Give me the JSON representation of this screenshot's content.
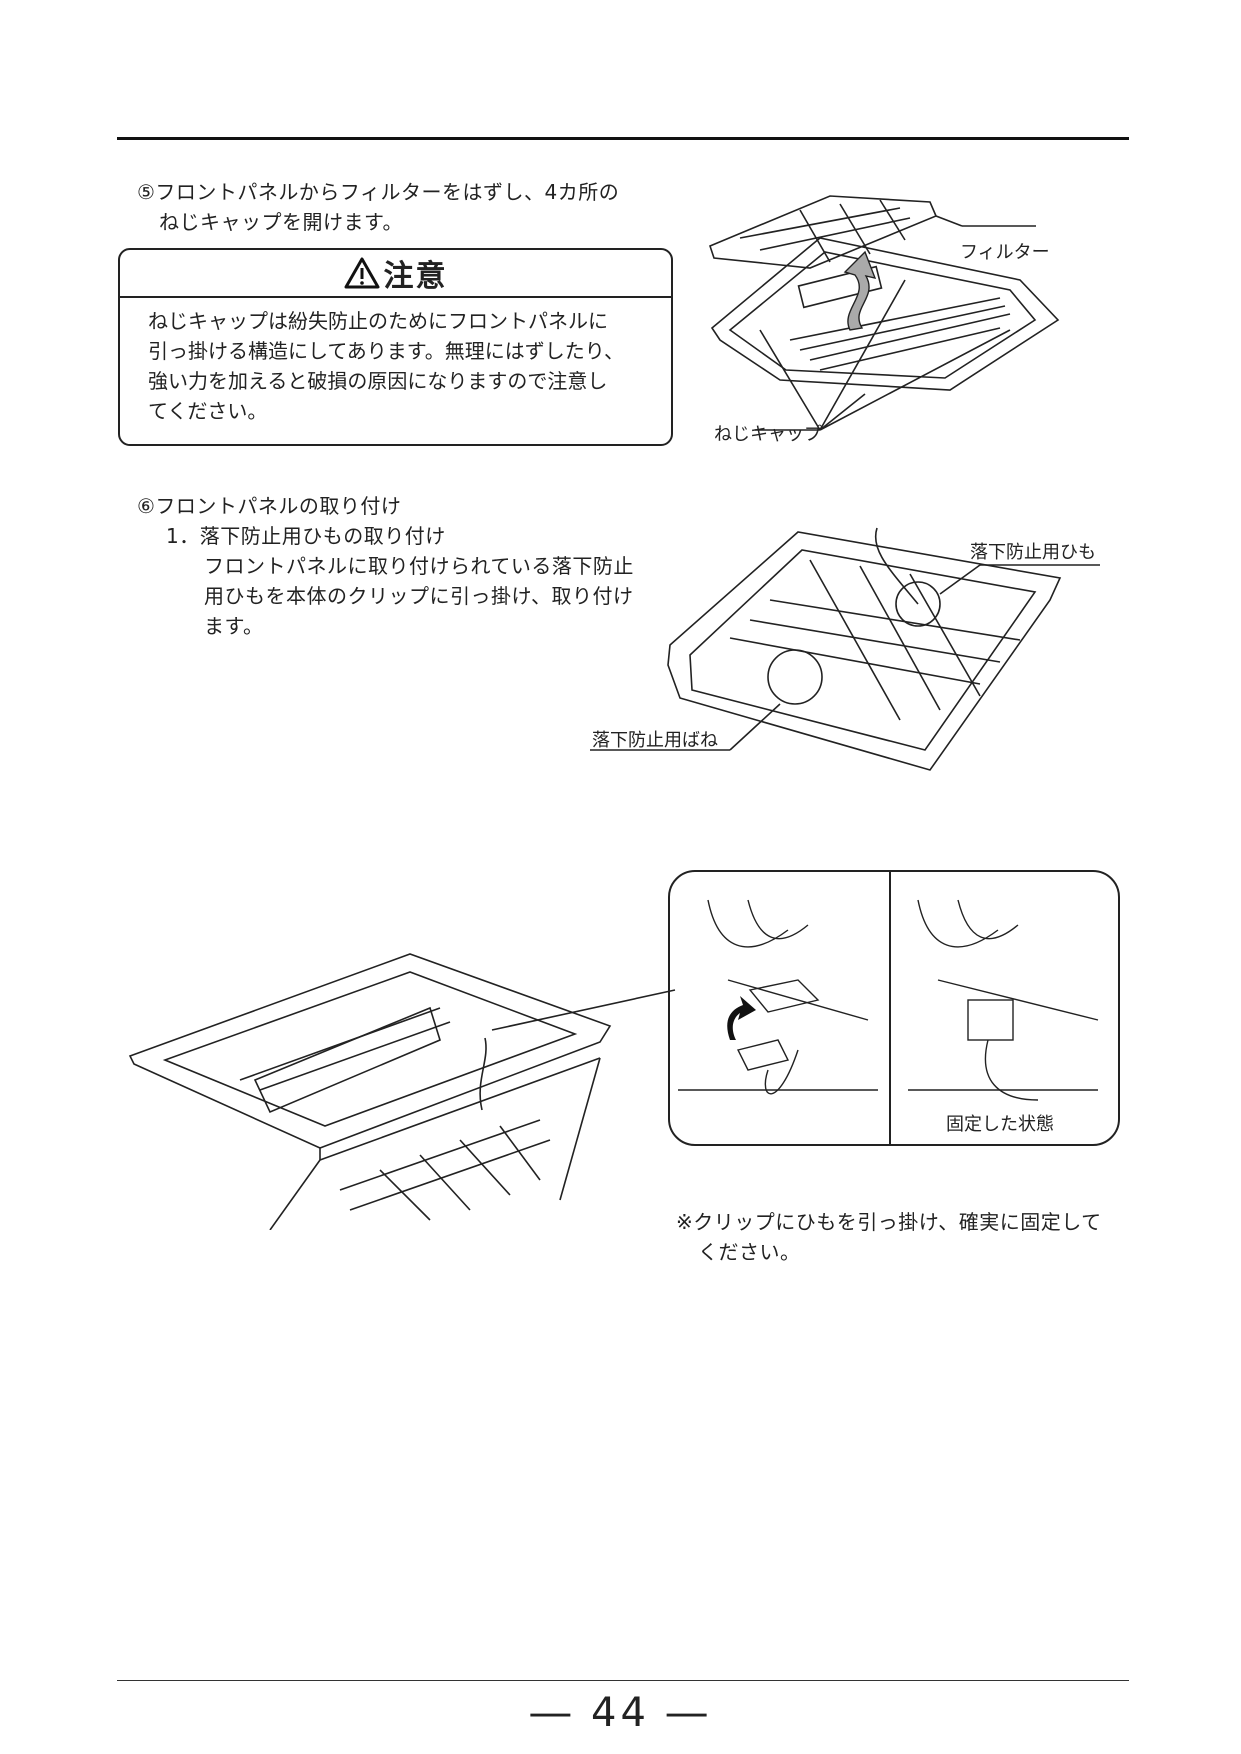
{
  "step5": {
    "line1": "⑤フロントパネルからフィルターをはずし、4カ所の",
    "line2": "ねじキャップを開けます。"
  },
  "caution": {
    "title": "注意",
    "lines": [
      "ねじキャップは紛失防止のためにフロントパネルに",
      "引っ掛ける構造にしてあります。無理にはずしたり、",
      "強い力を加えると破損の原因になりますので注意し",
      "てください。"
    ]
  },
  "fig1": {
    "filter_label": "フィルター",
    "screw_cap_label": "ねじキャップ"
  },
  "step6": {
    "title": "⑥フロントパネルの取り付け",
    "sub1": "1．落下防止用ひもの取り付け",
    "lines": [
      "フロントパネルに取り付けられている落下防止",
      "用ひもを本体のクリップに引っ掛け、取り付け",
      "ます。"
    ]
  },
  "fig2": {
    "string_label": "落下防止用ひも",
    "spring_label": "落下防止用ばね"
  },
  "fig3": {
    "fixed_state_label": "固定した状態"
  },
  "note": {
    "line1": "※クリップにひもを引っ掛け、確実に固定して",
    "line2": "ください。"
  },
  "page_number": "― 44 ―"
}
